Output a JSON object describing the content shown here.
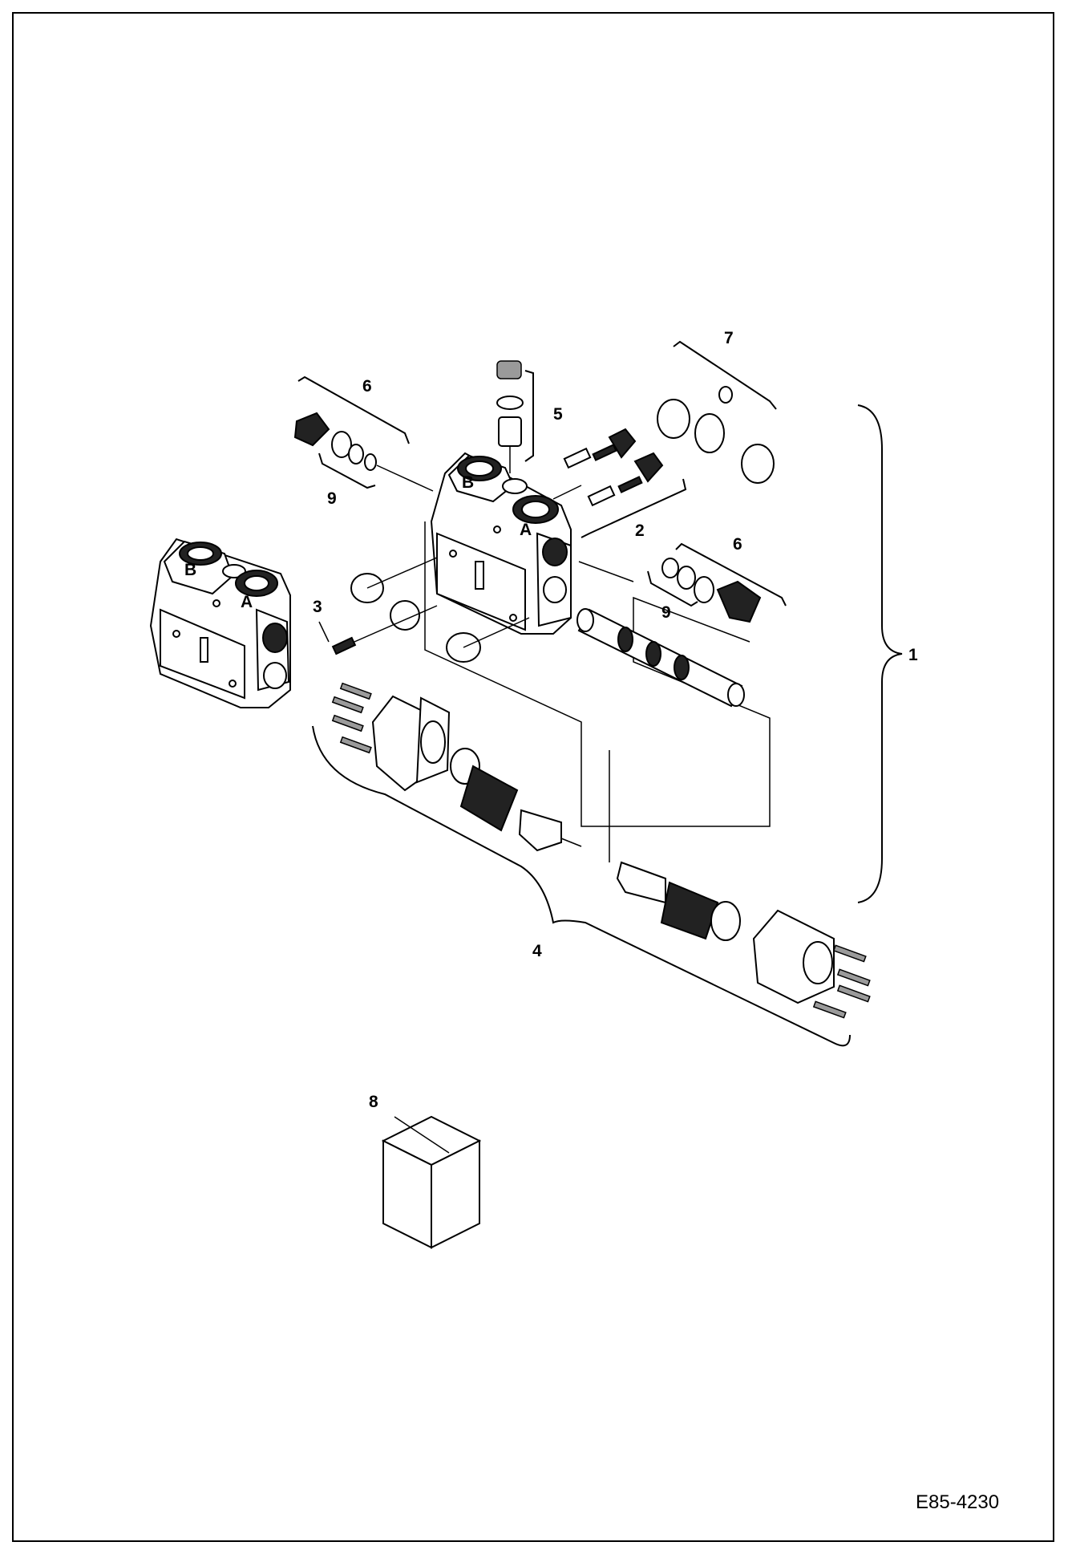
{
  "diagram": {
    "callouts": [
      {
        "id": "1",
        "text": "1"
      },
      {
        "id": "2",
        "text": "2"
      },
      {
        "id": "3",
        "text": "3"
      },
      {
        "id": "4",
        "text": "4"
      },
      {
        "id": "5",
        "text": "5"
      },
      {
        "id": "6a",
        "text": "6"
      },
      {
        "id": "6b",
        "text": "6"
      },
      {
        "id": "7",
        "text": "7"
      },
      {
        "id": "8",
        "text": "8"
      },
      {
        "id": "9a",
        "text": "9"
      },
      {
        "id": "9b",
        "text": "9"
      }
    ],
    "port_marks": {
      "b_left": "B",
      "a_left": "A",
      "b_main": "B",
      "a_main": "A"
    },
    "drawing_code": "E85-4230"
  }
}
